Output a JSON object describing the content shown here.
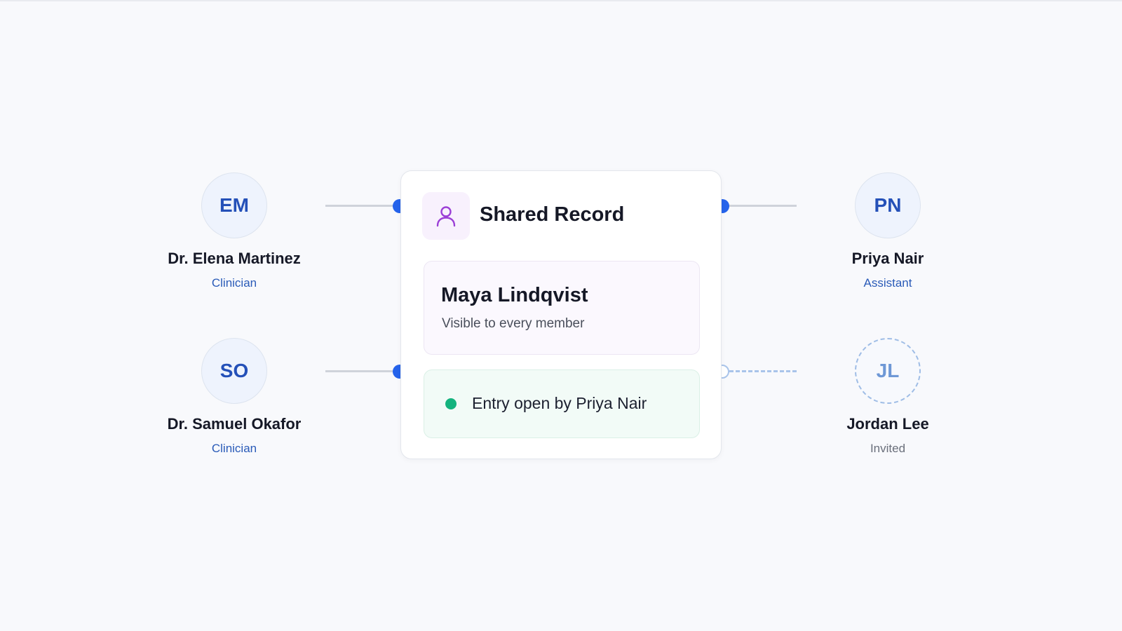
{
  "record": {
    "title": "Shared Record",
    "icon": "user-icon",
    "patient_name": "Maya Lindqvist",
    "visibility": "Visible to every member",
    "entry_status": "Entry open by Priya Nair"
  },
  "members": [
    {
      "initials": "EM",
      "name": "Dr. Elena Martinez",
      "role": "Clinician",
      "status": "connected"
    },
    {
      "initials": "SO",
      "name": "Dr. Samuel Okafor",
      "role": "Clinician",
      "status": "connected"
    },
    {
      "initials": "PN",
      "name": "Priya Nair",
      "role": "Assistant",
      "status": "connected"
    },
    {
      "initials": "JL",
      "name": "Jordan Lee",
      "role": "Invited",
      "status": "invited"
    }
  ],
  "colors": {
    "accent": "#2563eb",
    "role_text": "#2a5bb8",
    "icon_purple": "#9b3fd6",
    "active_green": "#14b37e",
    "invited_dashed": "#a9c4ea"
  }
}
